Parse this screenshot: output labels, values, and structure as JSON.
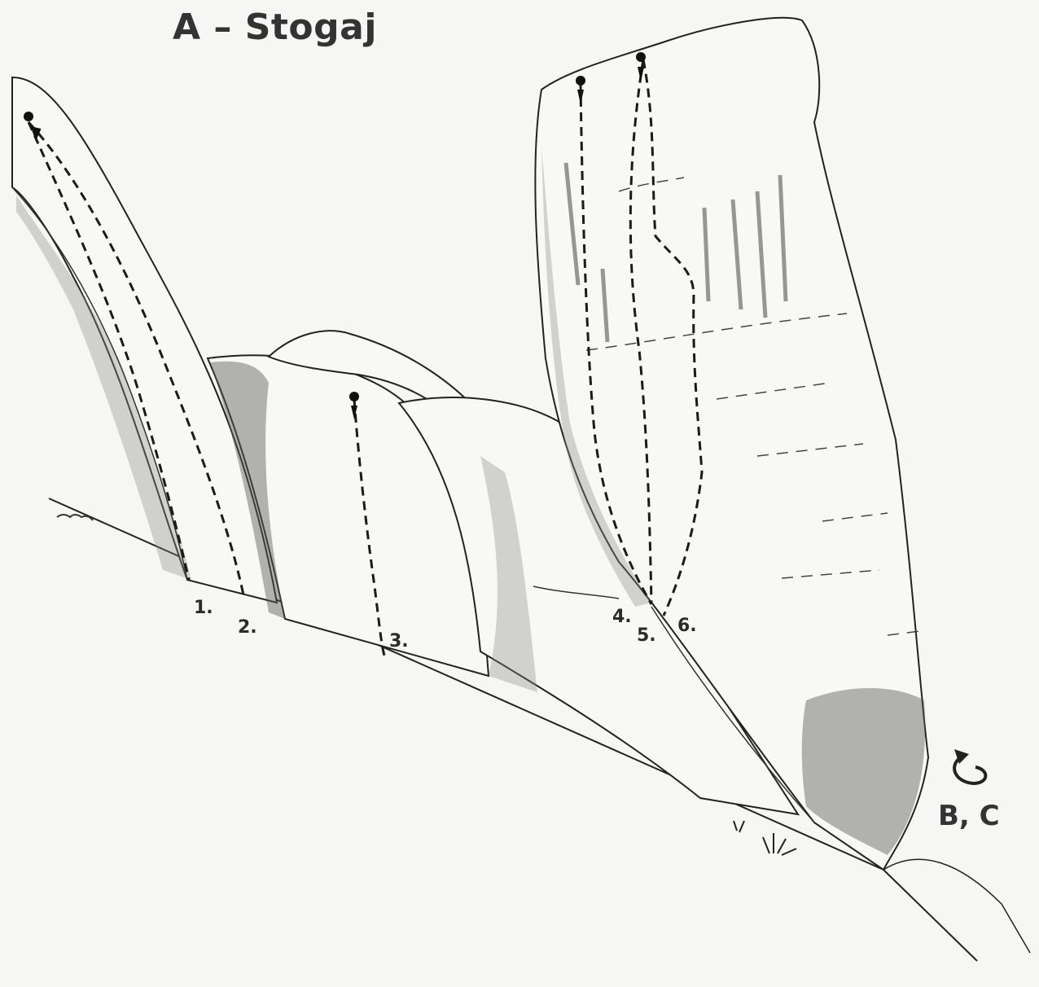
{
  "title": "A – Stogaj",
  "routes": [
    {
      "label": "1."
    },
    {
      "label": "2."
    },
    {
      "label": "3."
    },
    {
      "label": "4."
    },
    {
      "label": "5."
    },
    {
      "label": "6."
    }
  ],
  "direction": {
    "label": "B, C",
    "icon": "curved-return-arrow-icon"
  },
  "colors": {
    "ink": "#222222",
    "paper": "#f6f6f4",
    "shading": "#8a8a8a"
  }
}
